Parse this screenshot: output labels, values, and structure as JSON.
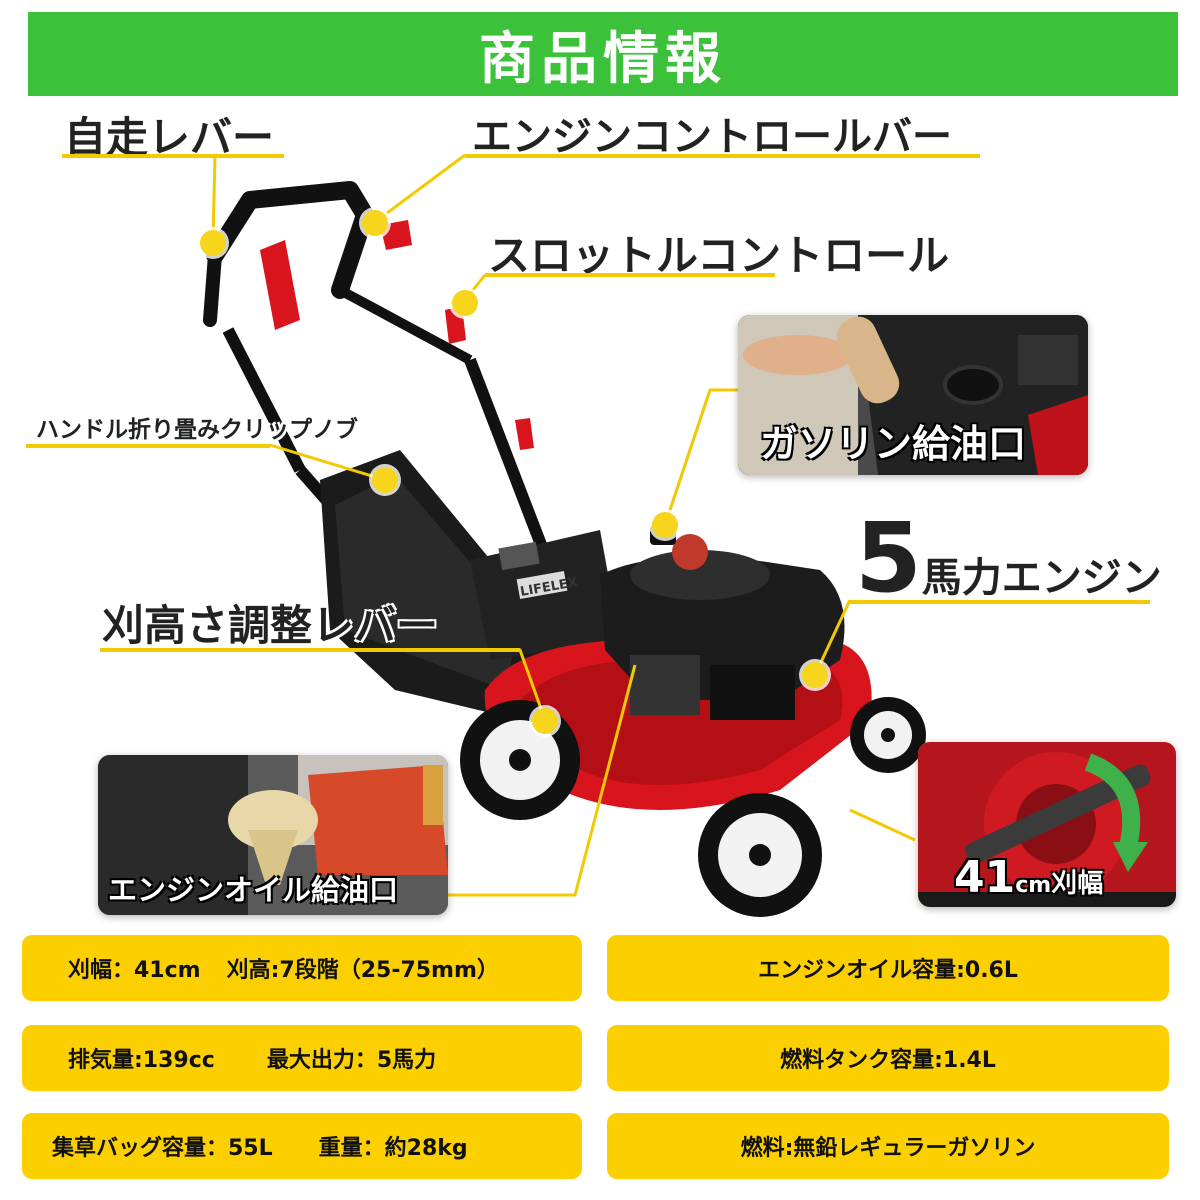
{
  "title": "商品情報",
  "callouts": {
    "self_propel_lever": "自走レバー",
    "engine_control_bar": "エンジンコントロールバー",
    "throttle_control": "スロットルコントロール",
    "handle_fold_knob": "ハンドル折り畳みクリップノブ",
    "cutting_height_lever": "刈高さ調整レバー",
    "engine_number": "5",
    "engine_suffix": "馬力エンジン"
  },
  "insets": {
    "fuel_inlet": "ガソリン給油口",
    "oil_inlet": "エンジンオイル給油口",
    "width_number": "41",
    "width_unit": "cm",
    "width_suffix": "刈幅"
  },
  "mower_badge": "LIFELEX",
  "specs": [
    {
      "a": "刈幅：41cm",
      "b": "刈高:7段階（25-75mm）"
    },
    {
      "a": "エンジンオイル容量:0.6L"
    },
    {
      "a": "排気量:139cc",
      "b": "最大出力：5馬力"
    },
    {
      "a": "燃料タンク容量:1.4L"
    },
    {
      "a": "集草バッグ容量：55L",
      "b": "重量：約28kg"
    },
    {
      "a": "燃料:無鉛レギュラーガソリン"
    }
  ],
  "colors": {
    "title_green": "#3cc13b",
    "accent_yellow": "#f7d51c",
    "spec_yellow": "#fcd000",
    "mower_red": "#d8141c"
  }
}
